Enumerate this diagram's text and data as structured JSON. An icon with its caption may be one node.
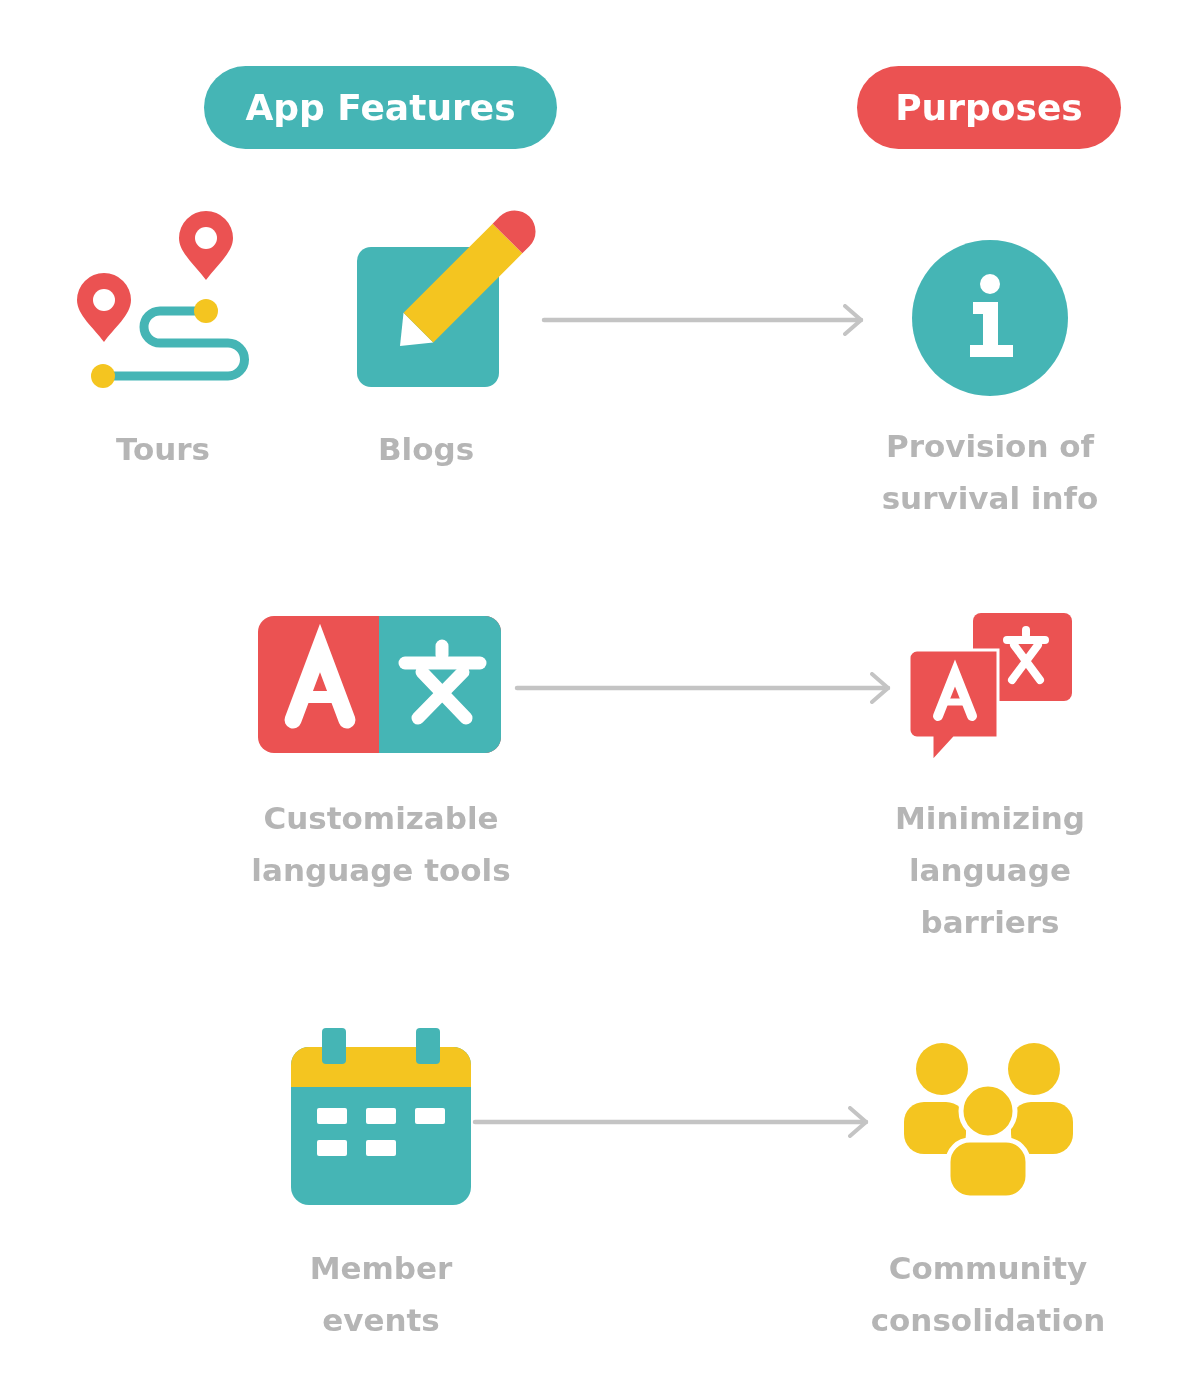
{
  "diagram": {
    "nodes": [
      {
        "text": [
          "App Features"
        ]
      },
      {
        "text": [
          "Purposes"
        ]
      },
      {
        "text": [
          "Tours"
        ]
      },
      {
        "text": [
          "Blogs"
        ]
      },
      {
        "text": [
          "Provision of survival info"
        ]
      },
      {
        "text": [
          "Customizable language tools"
        ]
      },
      {
        "text": [
          "Minimizing language barriers"
        ]
      },
      {
        "text": [
          "Member events"
        ]
      },
      {
        "text": [
          "Community consolidation"
        ]
      }
    ],
    "edges": [
      {
        "from": 3,
        "to": 4,
        "arrow": "to"
      },
      {
        "from": 5,
        "to": 6,
        "arrow": "to"
      },
      {
        "from": 7,
        "to": 8,
        "arrow": "to"
      }
    ]
  }
}
